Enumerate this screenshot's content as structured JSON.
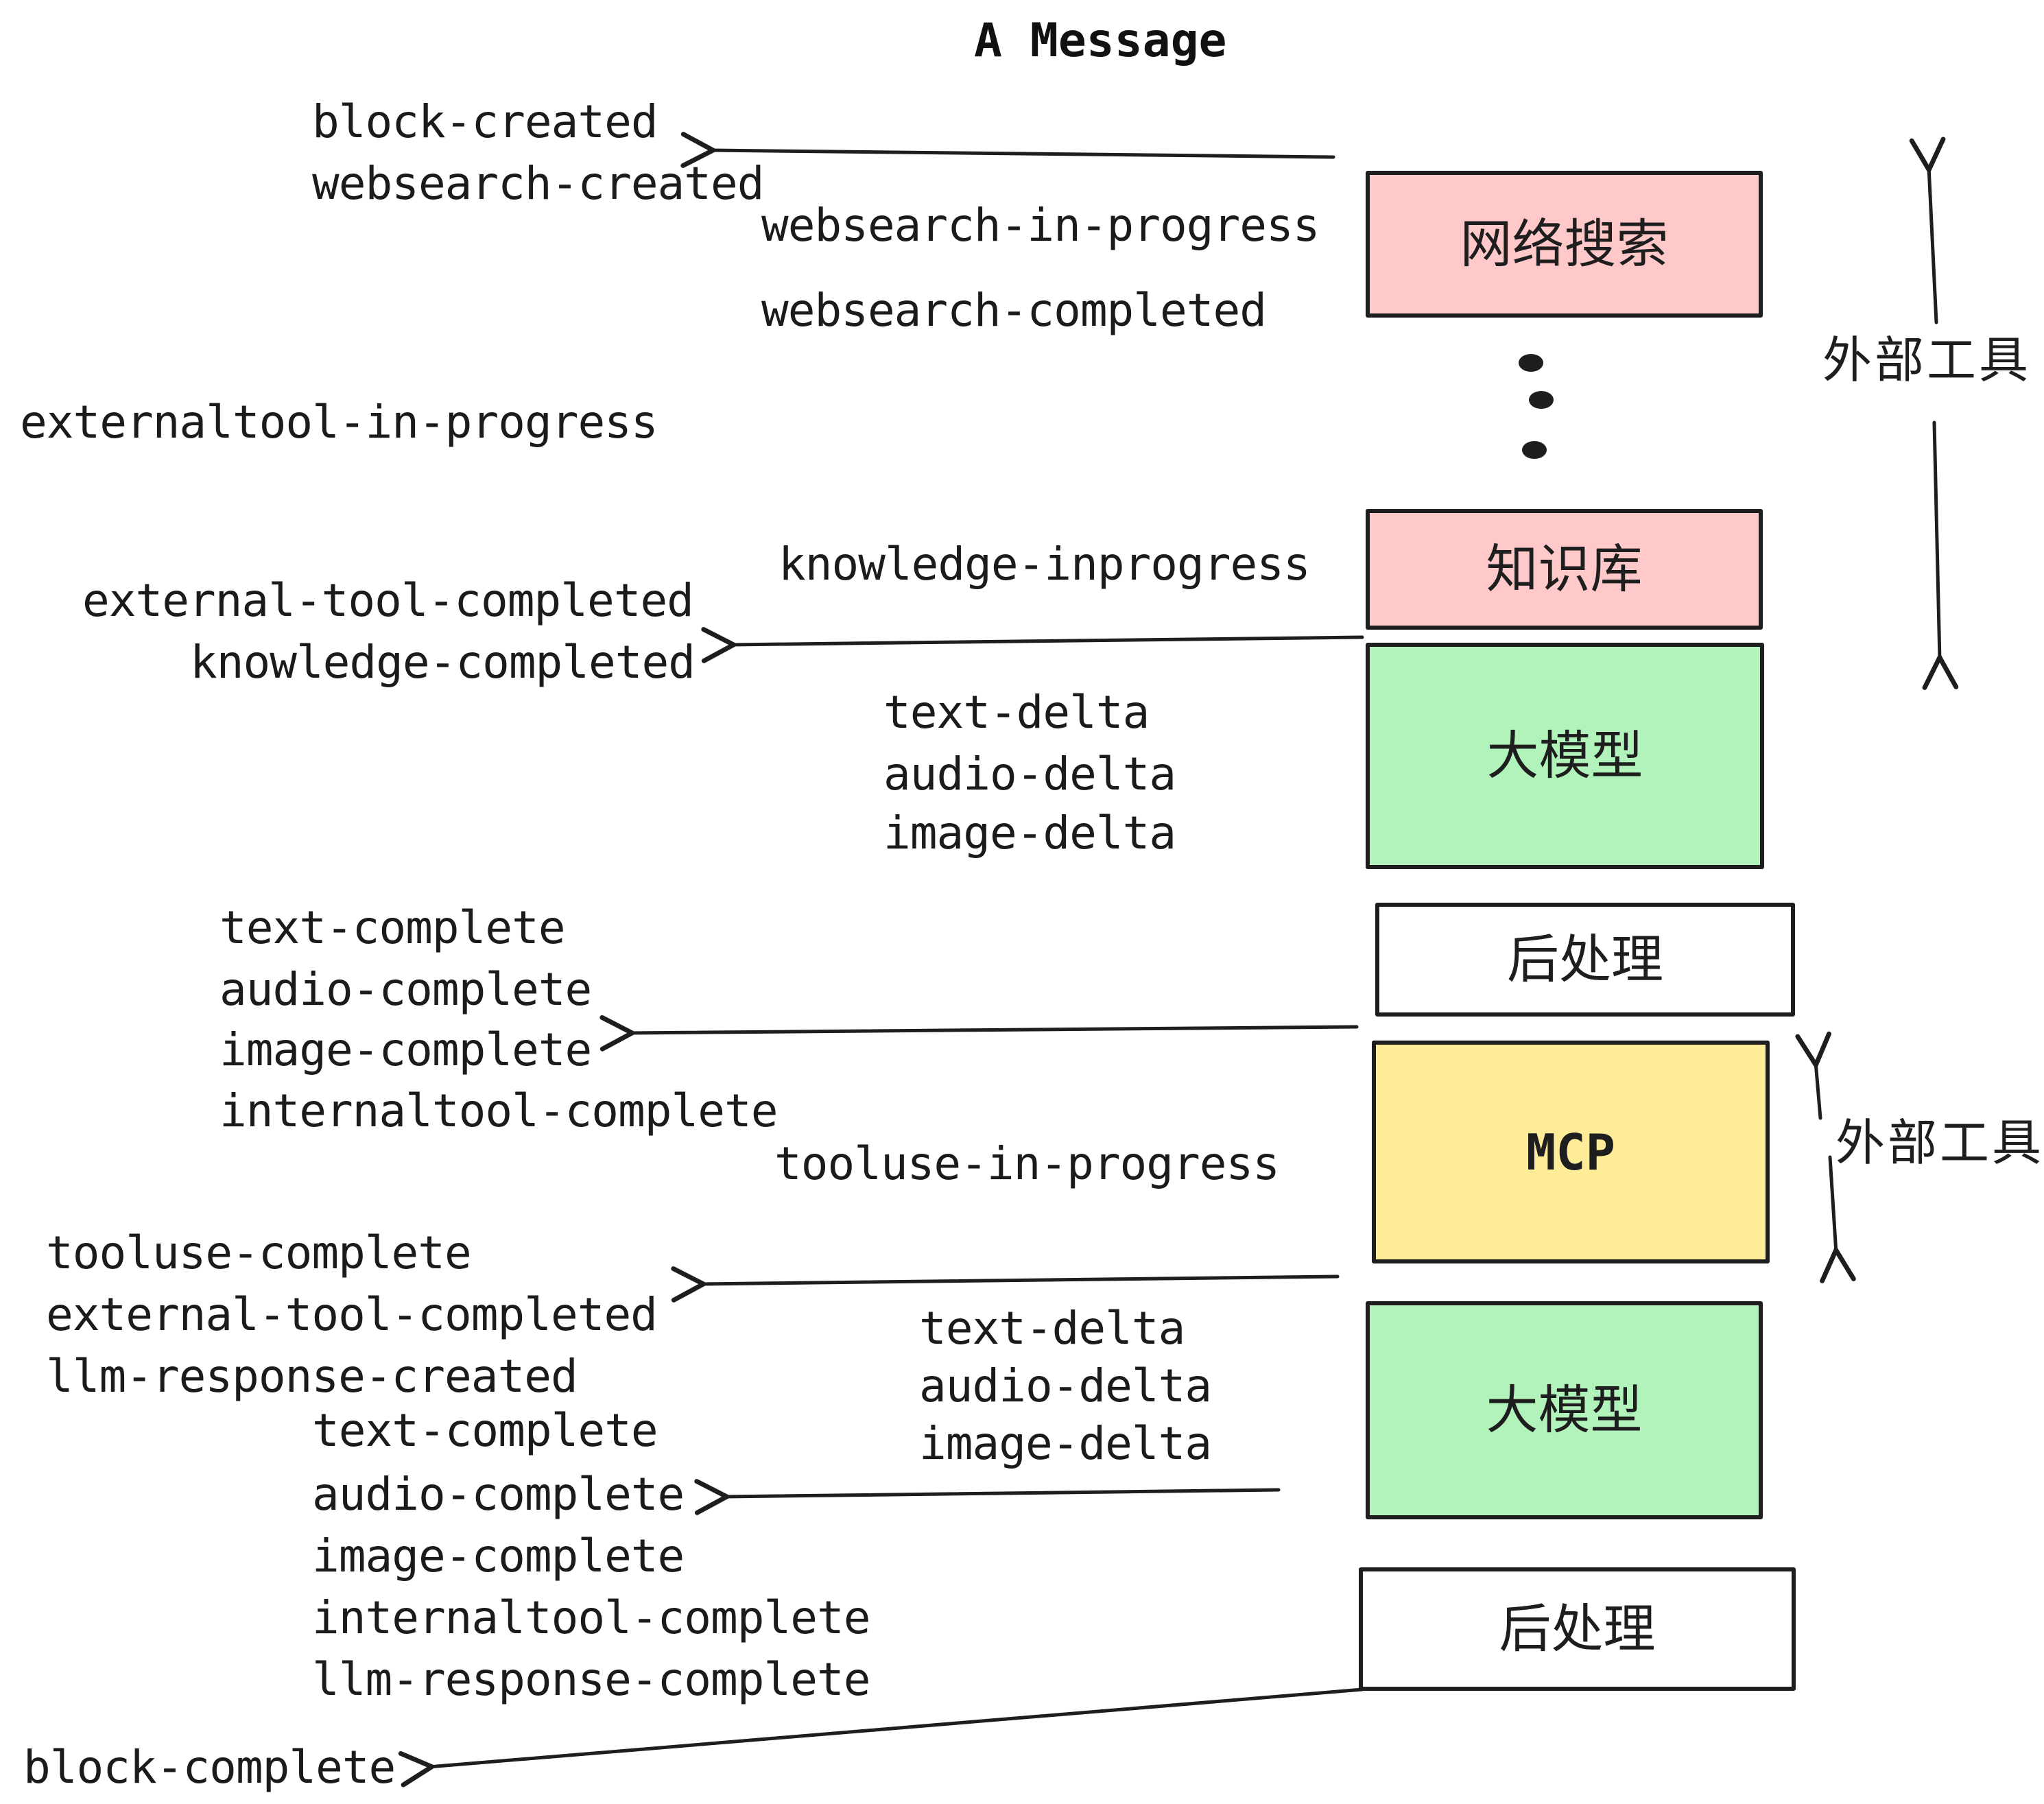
{
  "title": "A Message",
  "palette": {
    "external_tool_fill": "#FFC9C9",
    "llm_fill": "#B2F2BB",
    "mcp_fill": "#FFEC99",
    "postprocess_fill": "#FFFFFF",
    "stroke": "#1E1E1E",
    "text": "#1B1B1B",
    "background": "#FFFFFF"
  },
  "boxes": [
    {
      "label": "网络搜索"
    },
    {
      "label": "知识库"
    },
    {
      "label": "大模型"
    },
    {
      "label": "后处理"
    },
    {
      "label": "MCP"
    },
    {
      "label": "大模型"
    },
    {
      "label": "后处理"
    }
  ],
  "side_labels": [
    {
      "text": "外部工具"
    },
    {
      "text": "外部工具"
    }
  ],
  "events": [
    {
      "text": "block-created"
    },
    {
      "text": "websearch-created"
    },
    {
      "text": "websearch-in-progress"
    },
    {
      "text": "websearch-completed"
    },
    {
      "text": "externaltool-in-progress"
    },
    {
      "text": "knowledge-inprogress"
    },
    {
      "text": "external-tool-completed"
    },
    {
      "text": "knowledge-completed"
    },
    {
      "text": "text-delta"
    },
    {
      "text": "audio-delta"
    },
    {
      "text": "image-delta"
    },
    {
      "text": "text-complete"
    },
    {
      "text": "audio-complete"
    },
    {
      "text": "image-complete"
    },
    {
      "text": "internaltool-complete"
    },
    {
      "text": "tooluse-in-progress"
    },
    {
      "text": "tooluse-complete"
    },
    {
      "text": "external-tool-completed"
    },
    {
      "text": "llm-response-created"
    },
    {
      "text": "text-delta"
    },
    {
      "text": "audio-delta"
    },
    {
      "text": "image-delta"
    },
    {
      "text": "text-complete"
    },
    {
      "text": "audio-complete"
    },
    {
      "text": "image-complete"
    },
    {
      "text": "internaltool-complete"
    },
    {
      "text": "llm-response-complete"
    },
    {
      "text": "block-complete"
    }
  ]
}
